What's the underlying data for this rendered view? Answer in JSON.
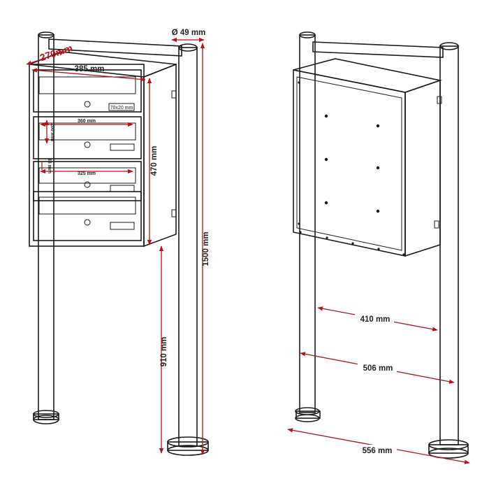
{
  "colors": {
    "dimension": "#b5121b",
    "outline": "#1a1a1a",
    "background": "#ffffff"
  },
  "dimensions": {
    "post_diameter": "Ø 49 mm",
    "depth": "270mm",
    "width": "385 mm",
    "inner_slot_width": "360 mm",
    "slot_height": "100 mm",
    "name_plate": "70x20 mm",
    "flap_width": "325 mm",
    "flap_height": "30 mm",
    "box_height": "470 mm",
    "total_height": "1500 mm",
    "ground_to_box": "910 mm",
    "box_back_width": "410 mm",
    "post_inner_distance": "506 mm",
    "post_outer_distance": "556 mm"
  }
}
